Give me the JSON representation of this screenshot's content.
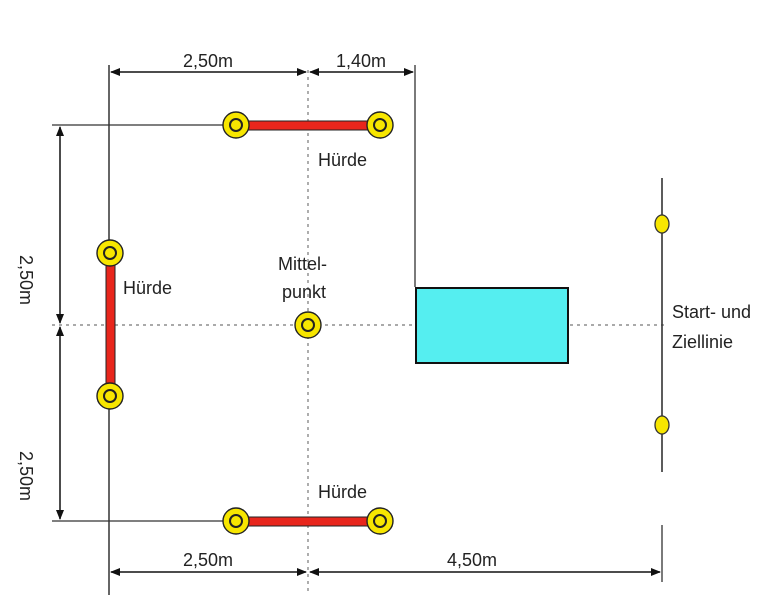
{
  "dimensions": {
    "top_left": "2,50m",
    "top_right": "1,40m",
    "left_upper": "2,50m",
    "left_lower": "2,50m",
    "bottom_left": "2,50m",
    "bottom_right": "4,50m"
  },
  "labels": {
    "hurdle_top": "Hürde",
    "hurdle_left": "Hürde",
    "hurdle_bottom": "Hürde",
    "center_line1": "Mittel-",
    "center_line2": "punkt",
    "start_line1": "Start- und",
    "start_line2": "Ziellinie"
  },
  "colors": {
    "hurdle": "#e8261c",
    "cone_fill": "#f7e600",
    "box_fill": "#55eef0",
    "line": "#333333",
    "guide": "#777777"
  }
}
